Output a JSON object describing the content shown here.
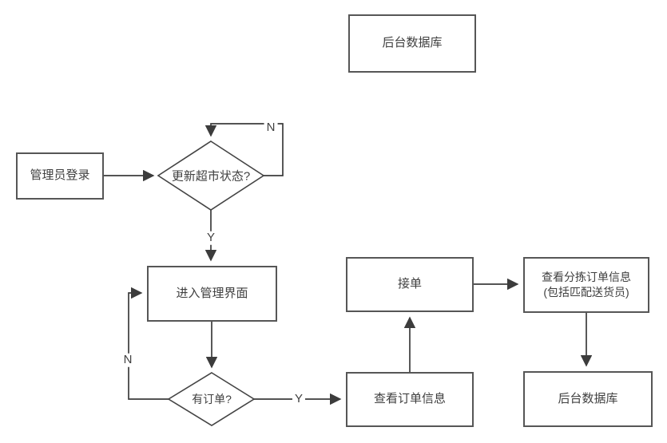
{
  "diagram": {
    "type": "flowchart",
    "background_color": "#ffffff",
    "colors": {
      "line": "#3c3c3c",
      "node_border": "#565656",
      "node_fill": "#ffffff",
      "text": "#3f3f3f"
    },
    "nodes": {
      "top_db": {
        "shape": "rectangle",
        "label": "后台数据库"
      },
      "admin_login": {
        "shape": "rectangle",
        "label": "管理员登录"
      },
      "update_status_decision": {
        "shape": "diamond",
        "label": "更新超市状态?"
      },
      "enter_mgmt": {
        "shape": "rectangle",
        "label": "进入管理界面"
      },
      "has_order_decision": {
        "shape": "diamond",
        "label": "有订单?"
      },
      "view_order": {
        "shape": "rectangle",
        "label": "查看订单信息"
      },
      "accept_order": {
        "shape": "rectangle",
        "label": "接单"
      },
      "dispatch_info": {
        "shape": "rectangle",
        "label_line1": "查看分拣订单信息",
        "label_line2": "(包括匹配送货员)"
      },
      "bottom_db": {
        "shape": "rectangle",
        "label": "后台数据库"
      }
    },
    "edge_labels": {
      "update_no": "N",
      "update_yes": "Y",
      "order_no": "N",
      "order_yes": "Y"
    },
    "edges": [
      {
        "from": "admin_login",
        "to": "update_status_decision",
        "label": ""
      },
      {
        "from": "update_status_decision",
        "to": "update_status_decision",
        "label": "N"
      },
      {
        "from": "update_status_decision",
        "to": "enter_mgmt",
        "label": "Y"
      },
      {
        "from": "enter_mgmt",
        "to": "has_order_decision",
        "label": ""
      },
      {
        "from": "has_order_decision",
        "to": "enter_mgmt",
        "label": "N"
      },
      {
        "from": "has_order_decision",
        "to": "view_order",
        "label": "Y"
      },
      {
        "from": "view_order",
        "to": "accept_order",
        "label": ""
      },
      {
        "from": "accept_order",
        "to": "dispatch_info",
        "label": ""
      },
      {
        "from": "dispatch_info",
        "to": "bottom_db",
        "label": ""
      }
    ]
  }
}
